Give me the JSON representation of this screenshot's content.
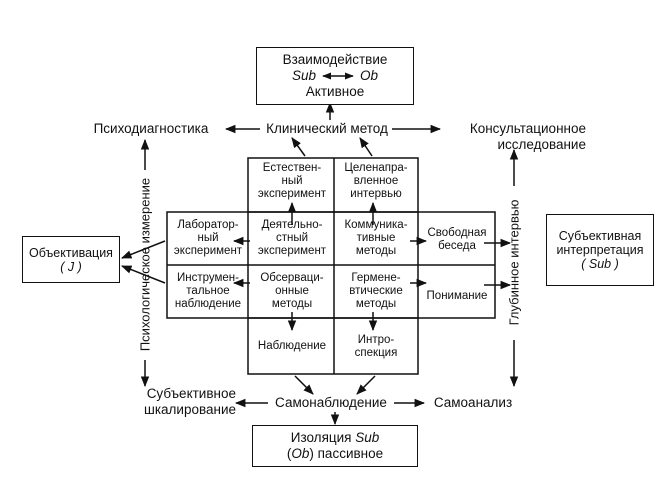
{
  "top_box": {
    "line1": "Взаимодействие",
    "sub": "Sub",
    "ob": "Ob",
    "line3": "Активное"
  },
  "bottom_box": {
    "prefix": "Изоляция ",
    "sub": "Sub",
    "ob": "Ob",
    "suffix": " пассивное"
  },
  "left_box": {
    "line1": "Объективация",
    "line2": "( J )"
  },
  "right_box": {
    "line1": "Субъективная",
    "line2": "интерпретация",
    "line3": "( Sub )"
  },
  "labels": {
    "psychodiagnostics": "Психодиагностика",
    "clinical_method": "Клинический метод",
    "consultation": "Консультационное\nисследование",
    "subjective_scaling": "Субъективное\nшкалирование",
    "self_observation": "Самонаблюдение",
    "self_analysis": "Самоанализ",
    "psych_measurement": "Психологическое измерение",
    "deep_interview": "Глубинное интервью"
  },
  "cells": {
    "natural_experiment": "Естествен-\nный\nэксперимент",
    "targeted_interview": "Целенапра-\nвленное\nинтервью",
    "lab_experiment": "Лаборатор-\nный\nэксперимент",
    "activity_experiment": "Деятельно-\nстный\nэксперимент",
    "communicative_methods": "Коммуника-\nтивные\nметоды",
    "free_conversation": "Свободная\nбеседа",
    "instrumental_observation": "Инструмен-\nтальное\nнаблюдение",
    "observational_methods": "Обсервaци-\nонные\nметоды",
    "hermeneutic_methods": "Герменe-\nвтические\nметоды",
    "understanding": "Понимание",
    "observation": "Наблюдение",
    "introspection": "Интро-\nспекция"
  }
}
